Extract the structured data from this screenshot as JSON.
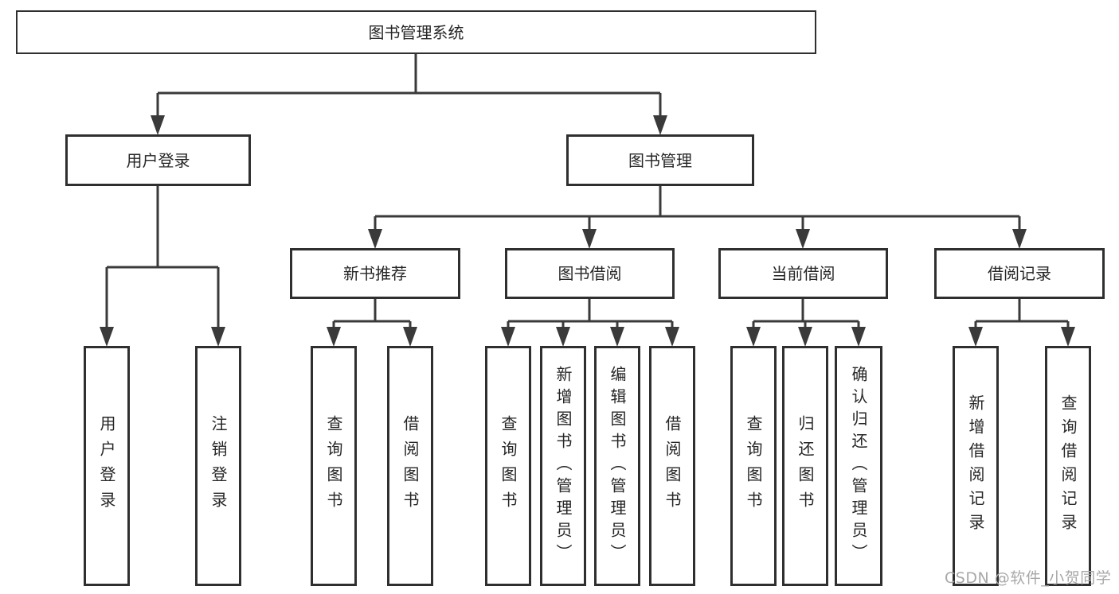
{
  "tree": {
    "label": "图书管理系统",
    "children": [
      {
        "label": "用户登录",
        "children": [
          {
            "label": "用户登录"
          },
          {
            "label": "注销登录"
          }
        ]
      },
      {
        "label": "图书管理",
        "children": [
          {
            "label": "新书推荐",
            "children": [
              {
                "label": "查询图书"
              },
              {
                "label": "借阅图书"
              }
            ]
          },
          {
            "label": "图书借阅",
            "children": [
              {
                "label": "查询图书"
              },
              {
                "label": "新增图书（管理员）"
              },
              {
                "label": "编辑图书（管理员）"
              },
              {
                "label": "借阅图书"
              }
            ]
          },
          {
            "label": "当前借阅",
            "children": [
              {
                "label": "查询图书"
              },
              {
                "label": "归还图书"
              },
              {
                "label": "确认归还（管理员）"
              }
            ]
          },
          {
            "label": "借阅记录",
            "children": [
              {
                "label": "新增借阅记录"
              },
              {
                "label": "查询借阅记录"
              }
            ]
          }
        ]
      }
    ]
  },
  "watermark": {
    "text": "CSDN @软件_小贺同学"
  },
  "colors": {
    "box_border": "#2f2f2f",
    "line": "#3a3a3a",
    "text": "#262626",
    "watermark": "#a8a8a8",
    "background": "#ffffff"
  }
}
